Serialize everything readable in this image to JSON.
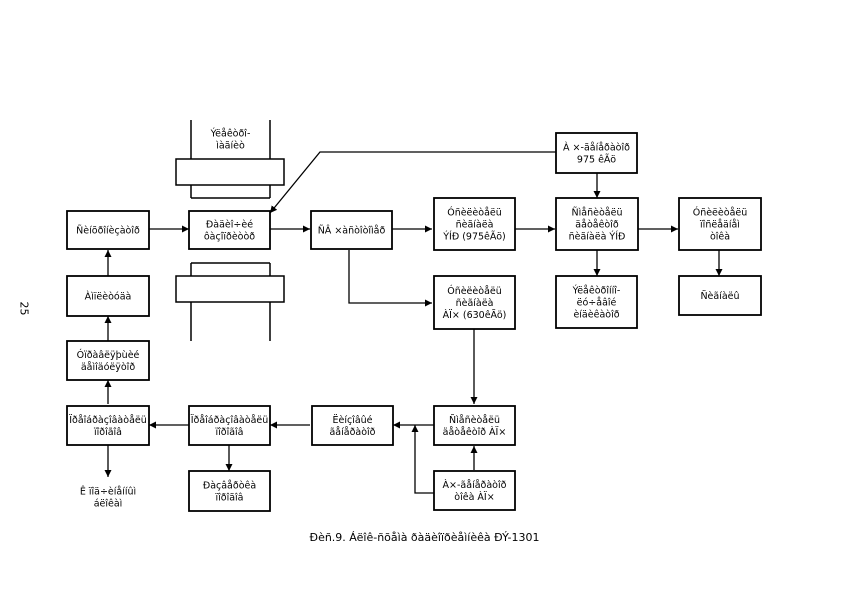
{
  "page_number": "25",
  "caption": "Ðèñ.9. Áëîê-ñõåìà ðàäèîïðèåìíèêà ÐÝ-1301",
  "boxes": {
    "antenna_box": [
      "Ýëåêòðî-",
      "ìàãíèò"
    ],
    "receiver_input": [
      "Ðàäèî÷èé",
      "ôàçîïðèòòð"
    ],
    "sv_converter": [
      "ÑÂ ×àñòîòîìåð"
    ],
    "lo_975": [
      "À ×-ãåíåðàòîð",
      "975 êÃö"
    ],
    "amp_upper": [
      "Óñèëèòåëü",
      "ñèãíàëà",
      "ÝÍÐ (975êÃö)"
    ],
    "mixer_ucm": [
      "Ñìåñèòåëü",
      "äåòåêòîð",
      "ñèãíàëà ÝÍÐ"
    ],
    "output_amp": [
      "Óñèëèòåëü",
      "ïîñëåäíåì",
      "òîêà"
    ],
    "demod_ucm": [
      "Ýëåêòðîííî-",
      "ëó÷åâîé",
      "èíäèêàòîð"
    ],
    "signal_out": [
      "Ñèãíàëû"
    ],
    "amp_lower": [
      "Óñèëèòåëü",
      "ñèãíàëà",
      "ÀÏ× (630êÃö)"
    ],
    "mixer_apch": [
      "Ñìåñèòåëü",
      "äåòåêòîð ÀÏ×"
    ],
    "lo_apch": [
      "À×-ãåíåðàòîð",
      "òîêà ÀÏ×"
    ],
    "lens_gen": [
      "Ëèíçîâûé",
      "ãåíåðàòîð"
    ],
    "decoder_mid": [
      "Ïðåîáðàçîâàòåëü",
      "ïîðîãîâ"
    ],
    "reg_mid": [
      "Ðàçâåðòêà",
      "ïîðîãîâ"
    ],
    "decoder_left": [
      "Ïðåîáðàçîâàòåëü",
      "ïîðîãîâ"
    ],
    "proc_board": [
      "Óïðàâëÿþùèé",
      "äåìîäóëÿòîð"
    ],
    "amplifier": [
      "Àìïëèòóäà"
    ],
    "synthesizer": [
      "Ñèíõðîíèçàòîð"
    ],
    "out_sig": [
      "Ê ïîä÷èíåííûì",
      "áëîêàì"
    ]
  }
}
